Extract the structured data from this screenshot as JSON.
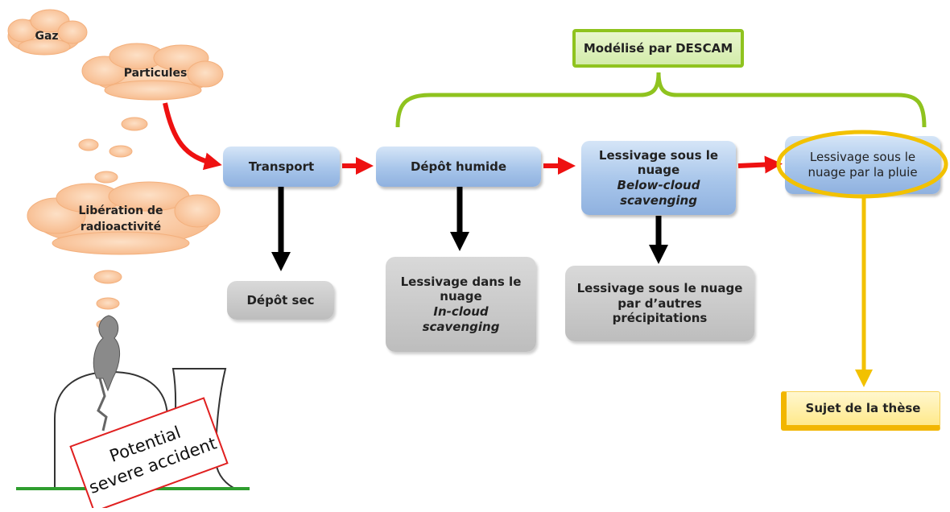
{
  "clouds": {
    "gaz": "Gaz",
    "particules": "Particules",
    "liberation_line1": "Libération de",
    "liberation_line2": "radioactivité"
  },
  "nodes": {
    "transport": "Transport",
    "depot_humide": "Dépôt humide",
    "below_cloud_line1": "Lessivage sous le",
    "below_cloud_line2": "nuage",
    "below_cloud_italic_1": "Below-cloud",
    "below_cloud_italic_2": "scavenging",
    "rain_line1": "Lessivage sous le",
    "rain_line2": "nuage par la pluie",
    "depot_sec": "Dépôt sec",
    "in_cloud_line1": "Lessivage dans le",
    "in_cloud_line2": "nuage",
    "in_cloud_italic_1": "In-cloud",
    "in_cloud_italic_2": "scavenging",
    "other_precip_line1": "Lessivage sous le nuage",
    "other_precip_line2": "par d’autres",
    "other_precip_line3": "précipitations",
    "descam": "Modélisé par DESCAM",
    "sujet": "Sujet de la thèse"
  },
  "sign": {
    "line1": "Potential",
    "line2": "severe accident"
  },
  "colors": {
    "flow_arrow": "#ee1111",
    "down_arrow": "#000000",
    "brace": "#8fc31f",
    "highlight": "#f2c100",
    "cloud": "#f9c79c",
    "ground": "#2e9e2e",
    "smoke": "#8a8a8a"
  }
}
